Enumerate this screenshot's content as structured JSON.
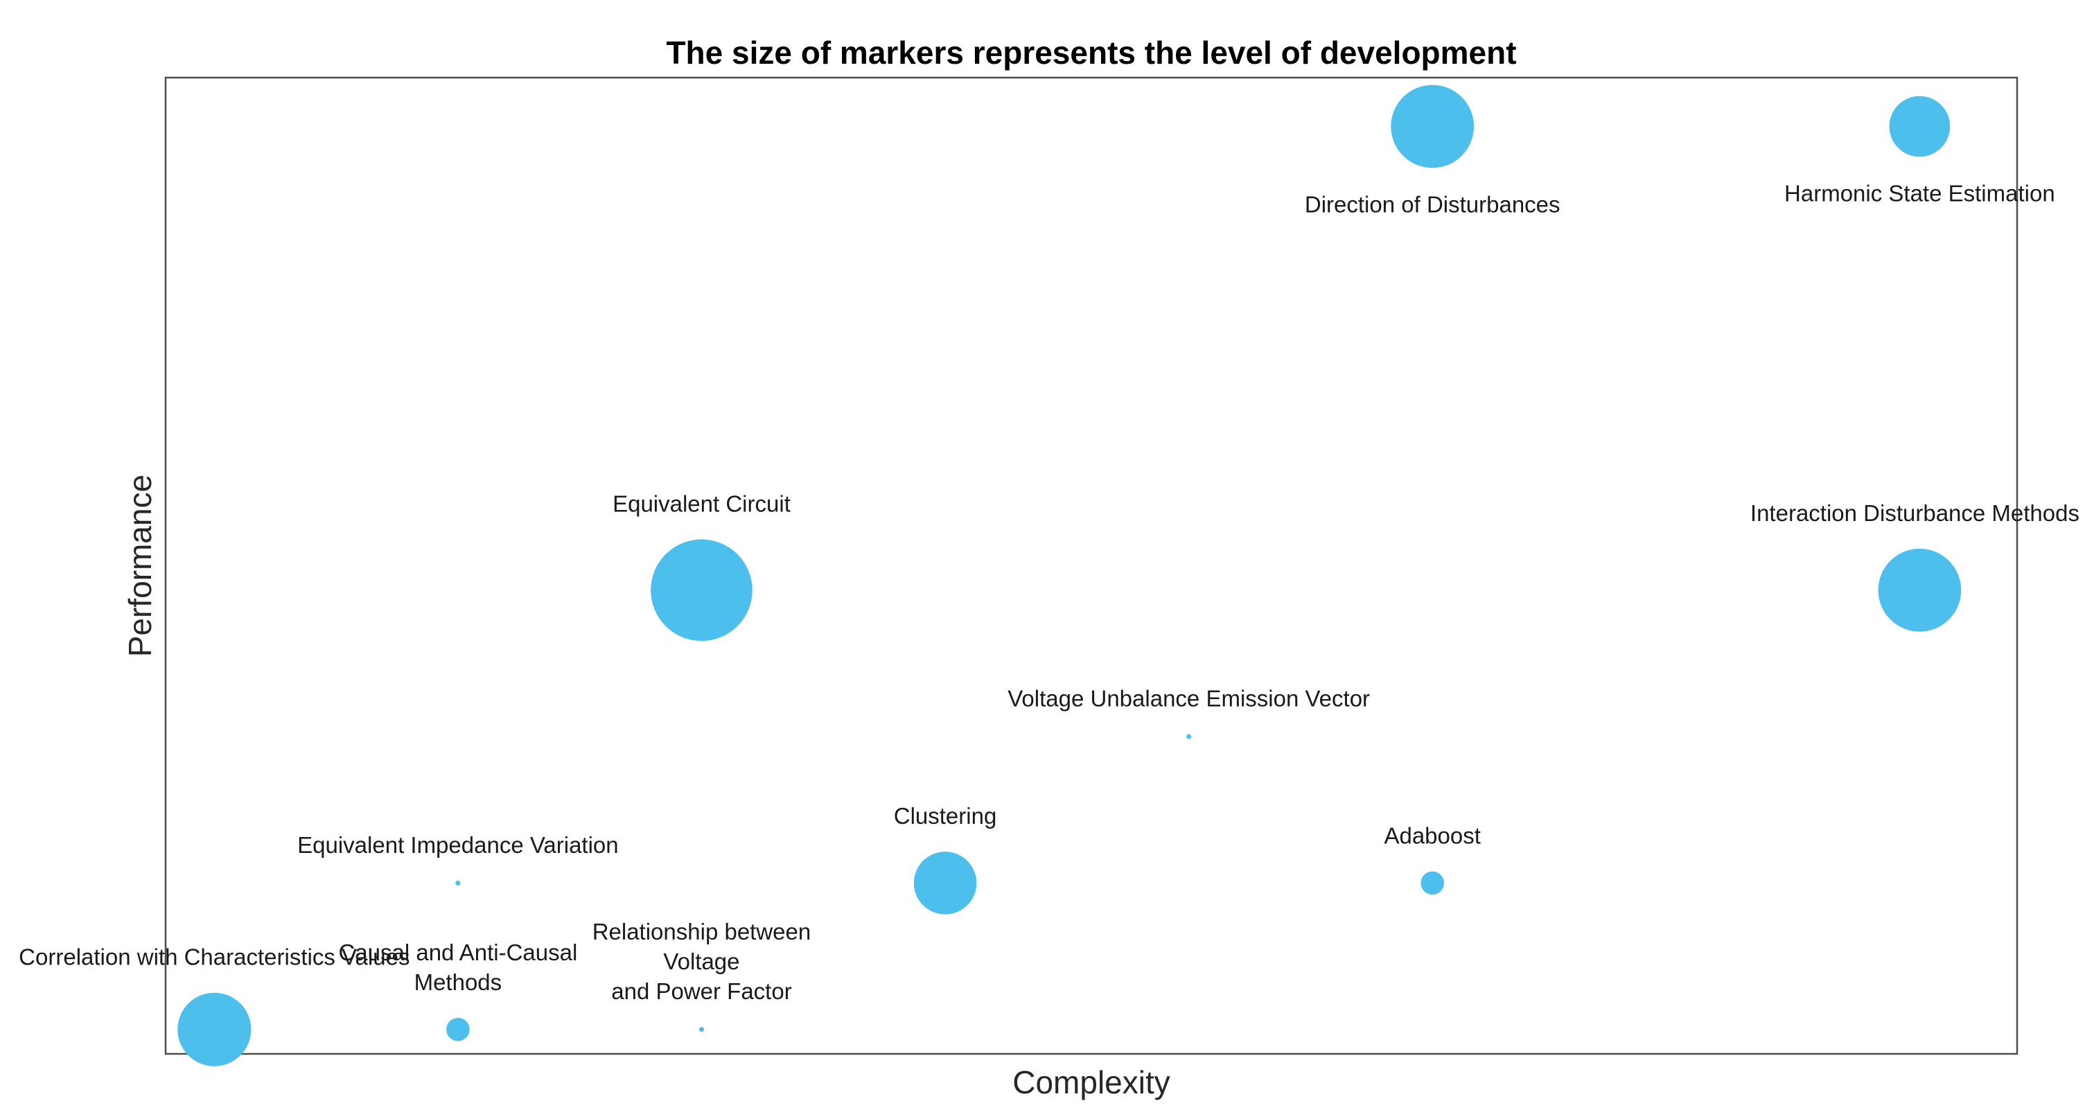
{
  "chart_data": {
    "type": "scatter",
    "title": "The size of markers represents the level of development",
    "xlabel": "Complexity",
    "ylabel": "Performance",
    "grid": false,
    "axis_ticks_shown": false,
    "xlim": [
      0,
      7.6
    ],
    "ylim": [
      0,
      4
    ],
    "marker_color": "#4dbfec",
    "size_meaning": "level of development",
    "points": [
      {
        "label": [
          "Correlation with Characteristics Values"
        ],
        "x": 0.2,
        "y": 0.1,
        "size": 11
      },
      {
        "label": [
          "Causal and Anti-Causal",
          "Methods"
        ],
        "x": 1.2,
        "y": 0.1,
        "size": 1.1
      },
      {
        "label": [
          "Relationship between",
          "Voltage",
          "and Power Factor"
        ],
        "x": 2.2,
        "y": 0.1,
        "size": 0.05
      },
      {
        "label": [
          "Equivalent Impedance Variation"
        ],
        "x": 1.2,
        "y": 0.7,
        "size": 0.05
      },
      {
        "label": [
          "Clustering"
        ],
        "x": 3.2,
        "y": 0.7,
        "size": 8
      },
      {
        "label": [
          "Adaboost"
        ],
        "x": 5.2,
        "y": 0.7,
        "size": 1.1
      },
      {
        "label": [
          "Voltage Unbalance Emission Vector"
        ],
        "x": 4.2,
        "y": 1.3,
        "size": 0.05
      },
      {
        "label": [
          "Equivalent Circuit"
        ],
        "x": 2.2,
        "y": 1.9,
        "size": 21
      },
      {
        "label": [
          "Interaction Disturbance Methods"
        ],
        "x": 7.2,
        "y": 1.9,
        "size": 14
      },
      {
        "label": [
          "Direction of Disturbances"
        ],
        "x": 5.2,
        "y": 3.8,
        "size": 14
      },
      {
        "label": [
          "Harmonic State Estimation"
        ],
        "x": 7.2,
        "y": 3.8,
        "size": 7.5
      }
    ]
  }
}
